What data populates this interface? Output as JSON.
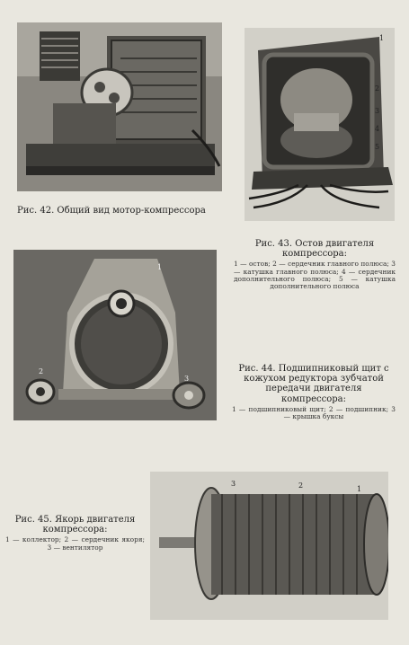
{
  "figures": [
    {
      "caption_title": "Рис. 42. Общий вид мотор-компрессора",
      "caption_desc": "",
      "image_label": "motor-compressor-photo"
    },
    {
      "caption_title": "Рис. 43. Остов двигателя компрессора:",
      "caption_desc": "1 — остов; 2 — сердечник главного полюса; 3 — катушка главного полюса; 4 — сердечник дополнительного полюса; 5 — катушка дополнительного полюса",
      "callouts": [
        "1",
        "2",
        "3",
        "4",
        "5"
      ]
    },
    {
      "caption_title": "Рис. 44. Подшипниковый щит с кожухом редуктора зубчатой передачи двигателя компрессора:",
      "caption_desc": "1 — подшипниковый щит; 2 — подшипник; 3 — крышка буксы",
      "callouts": [
        "1",
        "2",
        "3"
      ]
    },
    {
      "caption_title": "Рис. 45. Якорь двигателя компрессора:",
      "caption_desc": "1 — коллектор; 2 — сердечник якоря; 3 — вентилятор",
      "callouts": [
        "1",
        "2",
        "3"
      ]
    }
  ]
}
